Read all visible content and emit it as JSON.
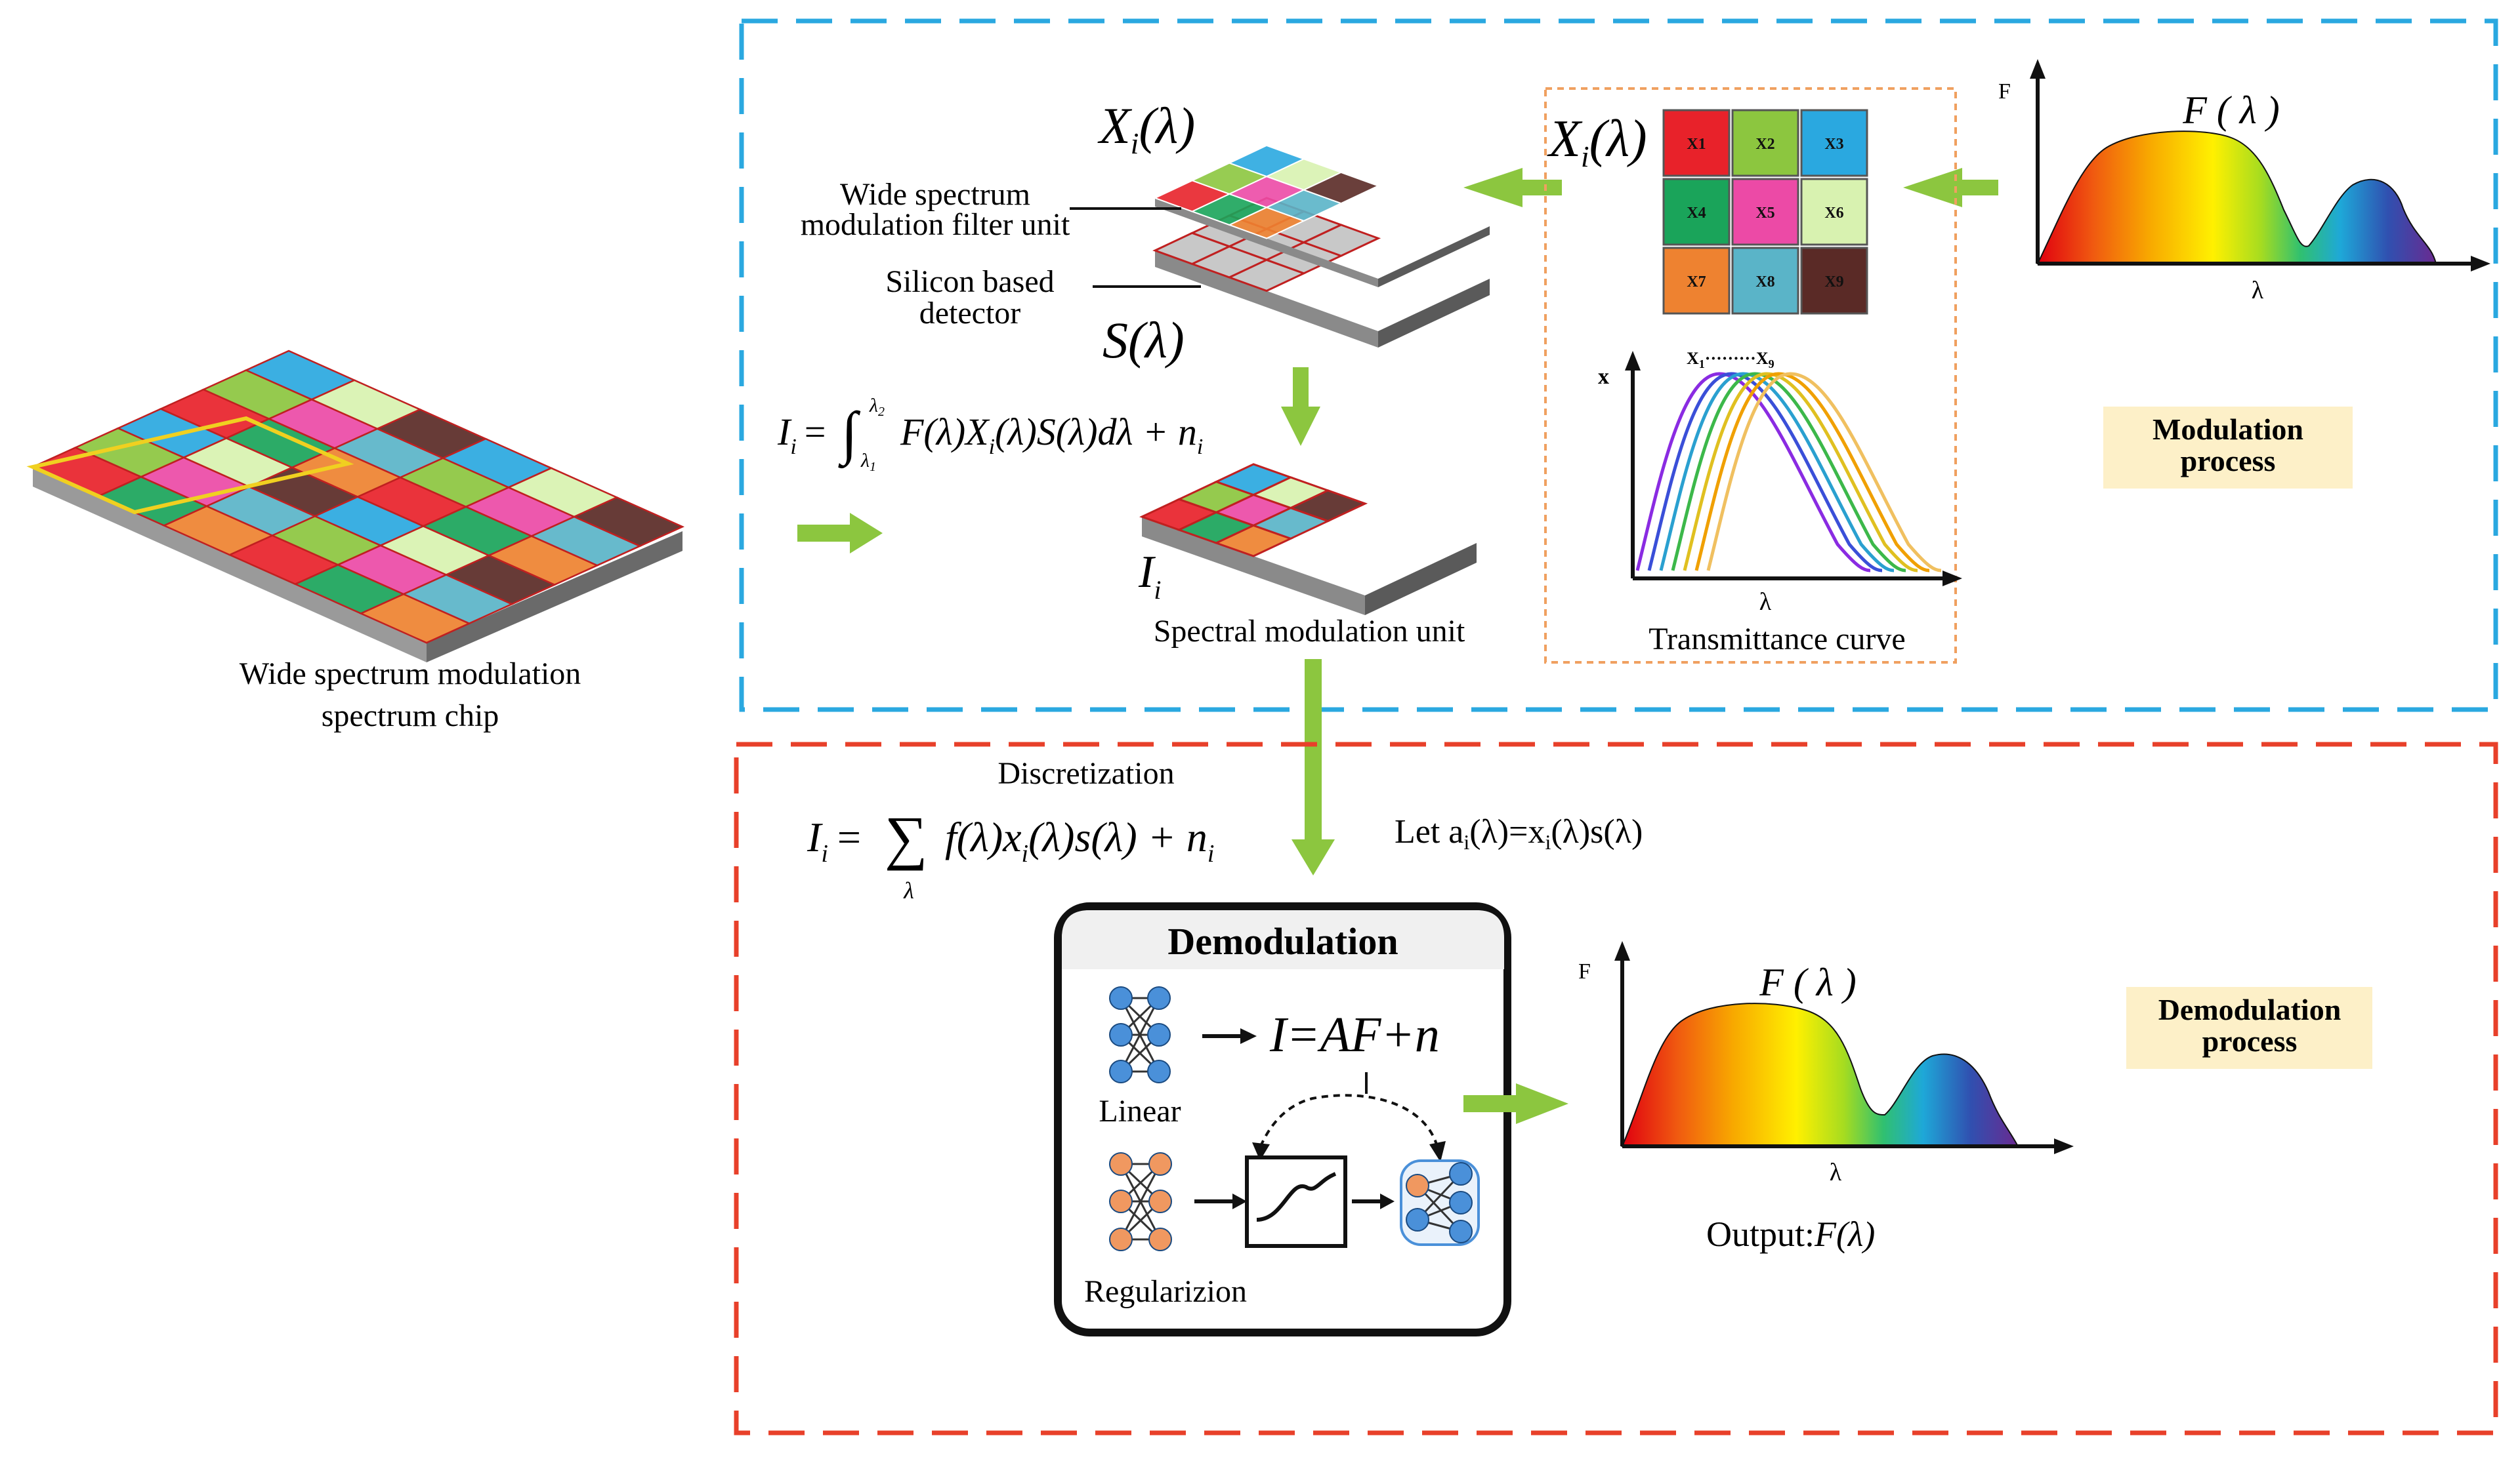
{
  "chip": {
    "caption_line1": "Wide spectrum modulation",
    "caption_line2": "spectrum chip"
  },
  "modulation": {
    "filter_label_line1": "Wide spectrum",
    "filter_label_line2": "modulation filter unit",
    "detector_label_line1": "Silicon based",
    "detector_label_line2": "detector",
    "x_lambda_var": "X",
    "x_lambda_sub": "i",
    "x_lambda_arg": "(λ)",
    "s_lambda": "S(λ)",
    "integral_lhs_var": "I",
    "integral_lhs_sub": "i",
    "integral_eq": "=",
    "integral_upper": "λ",
    "integral_upper_sub": "2",
    "integral_lower": "λ",
    "integral_lower_sub": "1",
    "integral_body": "F(λ)X",
    "integral_body_sub": "i",
    "integral_body2": "(λ)S(λ)dλ + n",
    "integral_body2_sub": "i",
    "unit_var": "I",
    "unit_sub": "i",
    "unit_caption": "Spectral modulation unit",
    "grid_labels": [
      "X1",
      "X2",
      "X3",
      "X4",
      "X5",
      "X6",
      "X7",
      "X8",
      "X9"
    ],
    "grid_colors": [
      "#e8222a",
      "#8cc63f",
      "#2aa8e0",
      "#1aa45a",
      "#ec4aa6",
      "#d8f2b0",
      "#ee8230",
      "#5ab4c8",
      "#5a2a26"
    ],
    "transmittance_caption": "Transmittance curve",
    "transmittance_y": "x",
    "transmittance_x": "λ",
    "transmittance_peak_start": "X",
    "transmittance_peak_start_sub": "1",
    "transmittance_peak_dots": "·········",
    "transmittance_peak_end": "X",
    "transmittance_peak_end_sub": "9",
    "curve_colors": [
      "#8a2be2",
      "#3a4fd8",
      "#2aa0d0",
      "#3cb84a",
      "#e0c020",
      "#f0a000",
      "#f0c060"
    ],
    "spectrum_y": "F",
    "spectrum_x": "λ",
    "spectrum_title": "F ( λ )",
    "process_line1": "Modulation",
    "process_line2": "process"
  },
  "demodulation": {
    "discretization_label": "Discretization",
    "sum_lhs_var": "I",
    "sum_lhs_sub": "i",
    "sum_eq": "=",
    "sum_symbol": "∑",
    "sum_under": "λ",
    "sum_body": "f(λ)x",
    "sum_body_sub": "i",
    "sum_body2": "(λ)s(λ) + n",
    "sum_body2_sub": "i",
    "let_text_a": "Let a",
    "let_text_a_sub": "i",
    "let_text_mid": "(λ)=x",
    "let_text_mid_sub": "i",
    "let_text_end": "(λ)s(λ)",
    "box_title": "Demodulation",
    "equation": "I=AF+n",
    "linear_label": "Linear",
    "reg_label": "Regularizion",
    "spectrum_y": "F",
    "spectrum_x": "λ",
    "spectrum_title": "F ( λ )",
    "output_text": "Output:",
    "output_func": "F(λ)",
    "process_line1": "Demodulation",
    "process_line2": "process"
  },
  "colors": {
    "blue_dash": "#2aa8e0",
    "red_dash": "#e8402a",
    "orange_dot": "#f0a060",
    "green_arrow": "#8cc63f",
    "note_bg": "#fdf0c8",
    "node_blue": "#4a90d9",
    "node_orange": "#f09860"
  }
}
